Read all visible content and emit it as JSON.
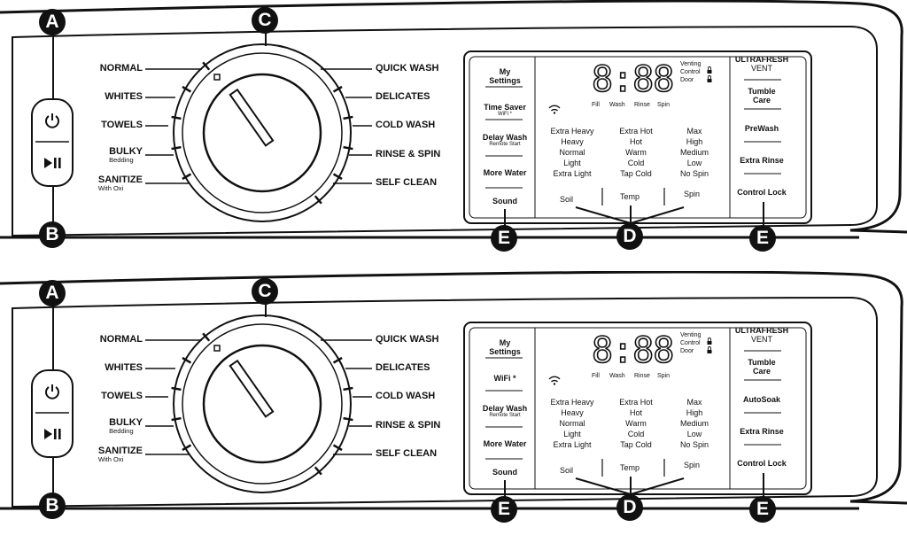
{
  "panels": [
    {
      "callouts": {
        "a": "A",
        "b": "B",
        "c": "C",
        "d": "D",
        "e_left": "E",
        "e_right": "E"
      },
      "cycles_left": [
        {
          "label": "NORMAL",
          "sub": ""
        },
        {
          "label": "WHITES",
          "sub": ""
        },
        {
          "label": "TOWELS",
          "sub": ""
        },
        {
          "label": "BULKY",
          "sub": "Bedding"
        },
        {
          "label": "SANITIZE",
          "sub": "With Oxi"
        }
      ],
      "cycles_right": [
        "QUICK WASH",
        "DELICATES",
        "COLD WASH",
        "RINSE & SPIN",
        "SELF CLEAN"
      ],
      "left_buttons": [
        {
          "label": "My Settings",
          "sub": ""
        },
        {
          "label": "Time Saver",
          "sub": "WiFi *"
        },
        {
          "label": "Delay Wash",
          "sub": "Remote Start"
        },
        {
          "label": "More Water",
          "sub": ""
        },
        {
          "label": "Sound",
          "sub": ""
        }
      ],
      "right_buttons": [
        {
          "label": "ULTRAFRESH",
          "sub": "VENT"
        },
        {
          "label": "Tumble Care",
          "sub": ""
        },
        {
          "label": "PreWash",
          "sub": ""
        },
        {
          "label": "Extra Rinse",
          "sub": ""
        },
        {
          "label": "Control Lock",
          "sub": ""
        }
      ],
      "display": {
        "time": "8:88",
        "venting": "Venting",
        "control": "Control",
        "door": "Door",
        "stages": [
          "Fill",
          "Wash",
          "Rinse",
          "Spin"
        ]
      },
      "soil": {
        "options": [
          "Extra Heavy",
          "Heavy",
          "Normal",
          "Light",
          "Extra Light"
        ],
        "label": "Soil"
      },
      "temp": {
        "options": [
          "Extra Hot",
          "Hot",
          "Warm",
          "Cold",
          "Tap Cold"
        ],
        "label": "Temp"
      },
      "spin": {
        "options": [
          "Max",
          "High",
          "Medium",
          "Low",
          "No Spin"
        ],
        "label": "Spin"
      }
    },
    {
      "callouts": {
        "a": "A",
        "b": "B",
        "c": "C",
        "d": "D",
        "e_left": "E",
        "e_right": "E"
      },
      "cycles_left": [
        {
          "label": "NORMAL",
          "sub": ""
        },
        {
          "label": "WHITES",
          "sub": ""
        },
        {
          "label": "TOWELS",
          "sub": ""
        },
        {
          "label": "BULKY",
          "sub": "Bedding"
        },
        {
          "label": "SANITIZE",
          "sub": "With Oxi"
        }
      ],
      "cycles_right": [
        "QUICK WASH",
        "DELICATES",
        "COLD WASH",
        "RINSE & SPIN",
        "SELF CLEAN"
      ],
      "left_buttons": [
        {
          "label": "My Settings",
          "sub": ""
        },
        {
          "label": "WiFi *",
          "sub": ""
        },
        {
          "label": "Delay Wash",
          "sub": "Remote Start"
        },
        {
          "label": "More Water",
          "sub": ""
        },
        {
          "label": "Sound",
          "sub": ""
        }
      ],
      "right_buttons": [
        {
          "label": "ULTRAFRESH",
          "sub": "VENT"
        },
        {
          "label": "Tumble Care",
          "sub": ""
        },
        {
          "label": "AutoSoak",
          "sub": ""
        },
        {
          "label": "Extra Rinse",
          "sub": ""
        },
        {
          "label": "Control Lock",
          "sub": ""
        }
      ],
      "display": {
        "time": "8:88",
        "venting": "Venting",
        "control": "Control",
        "door": "Door",
        "stages": [
          "Fill",
          "Wash",
          "Rinse",
          "Spin"
        ]
      },
      "soil": {
        "options": [
          "Extra Heavy",
          "Heavy",
          "Normal",
          "Light",
          "Extra Light"
        ],
        "label": "Soil"
      },
      "temp": {
        "options": [
          "Extra Hot",
          "Hot",
          "Warm",
          "Cold",
          "Tap Cold"
        ],
        "label": "Temp"
      },
      "spin": {
        "options": [
          "Max",
          "High",
          "Medium",
          "Low",
          "No Spin"
        ],
        "label": "Spin"
      }
    }
  ]
}
